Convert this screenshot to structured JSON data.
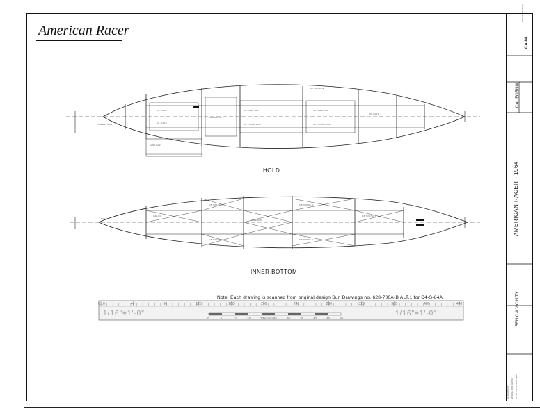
{
  "sheet": {
    "title": "American Racer",
    "views": {
      "hold": "HOLD",
      "inner_bottom": "INNER BOTTOM"
    },
    "note": "Note: Each drawing is scanned from original design Sun Drawings no. 628-700A-B ALT.1 for C4-S-64A",
    "scale": {
      "label_left": "1/16\"=1'-0\"",
      "label_right": "1/16\"=1'-0\"",
      "feet_ticks": [
        "0 10",
        "40",
        "80",
        "120",
        "160",
        "200",
        "240",
        "280",
        "320",
        "360",
        "400",
        "440"
      ],
      "meter_ticks": [
        "0",
        "5",
        "10",
        "15",
        "20",
        "25",
        "30",
        "35",
        "40",
        "45",
        "50"
      ],
      "meter_unit": "METERS"
    },
    "title_block": {
      "name": "AMERICAN RACER - 1964",
      "state": "CALIFORNIA",
      "location": "BENICIA VICINITY",
      "survey_no": "CA-88"
    }
  }
}
